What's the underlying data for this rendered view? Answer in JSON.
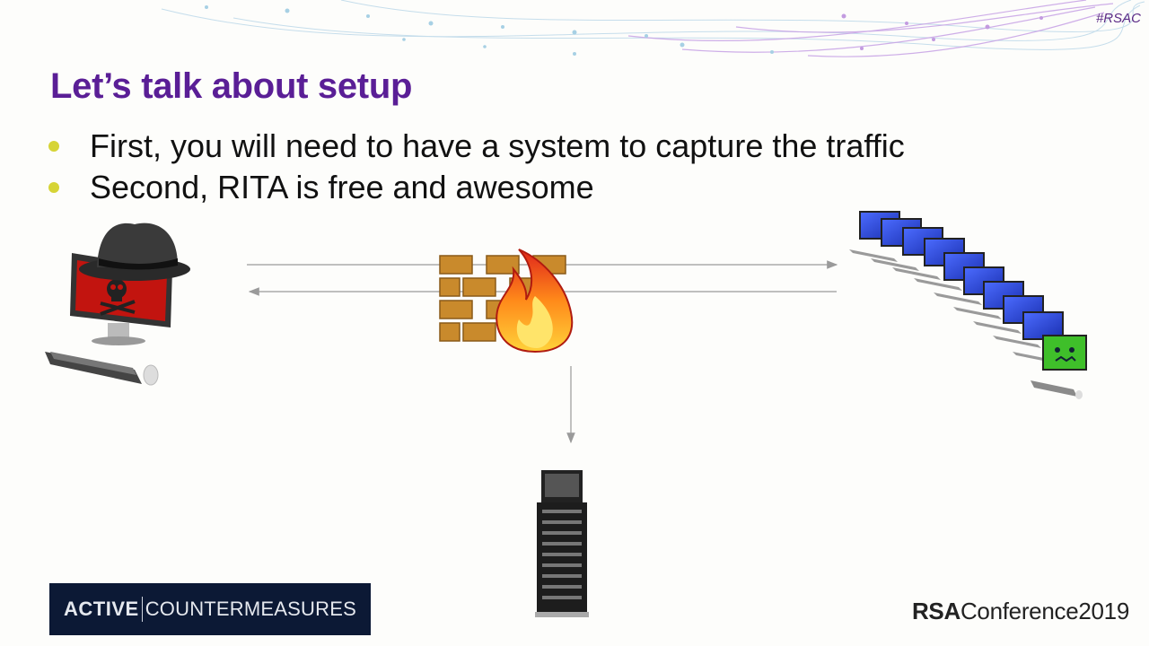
{
  "slide": {
    "hashtag": "#RSAC",
    "title": "Let’s talk about setup",
    "bullets": [
      "First, you will need to have a system to capture the traffic",
      "Second, RITA is free and awesome"
    ]
  },
  "footer": {
    "logo_left_bold": "ACTIVE",
    "logo_left_rest": "COUNTERMEASURES",
    "conference_brand": "RSA",
    "conference_rest": "Conference2019"
  },
  "icons": {
    "attacker": "hacker-computer-icon",
    "firewall": "firewall-icon",
    "network": "workstation-row-icon",
    "capture": "server-tower-icon"
  },
  "colors": {
    "title": "#5a1e96",
    "bullet": "#d6d436",
    "footer_bg": "#0c1935",
    "arrow": "#9a9a9a"
  }
}
